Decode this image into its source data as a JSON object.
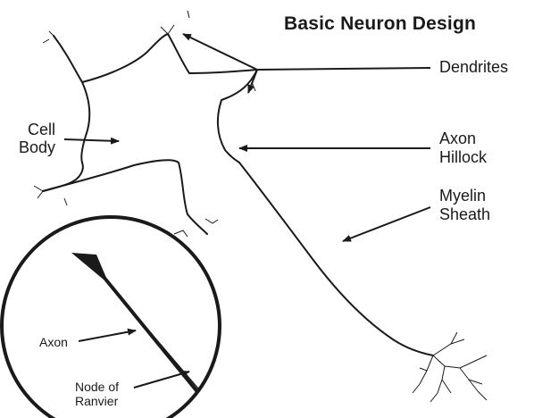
{
  "title": "Basic Neuron Design",
  "labels": {
    "dendrites": "Dendrites",
    "cell_body_line1": "Cell",
    "cell_body_line2": "Body",
    "axon_hillock_line1": "Axon",
    "axon_hillock_line2": "Hillock",
    "myelin_sheath_line1": "Myelin",
    "myelin_sheath_line2": "Sheath",
    "axon": "Axon",
    "node_line1": "Node of",
    "node_line2": "Ranvier"
  },
  "colors": {
    "ink": "#1a1a1a",
    "background": "#ffffff"
  }
}
